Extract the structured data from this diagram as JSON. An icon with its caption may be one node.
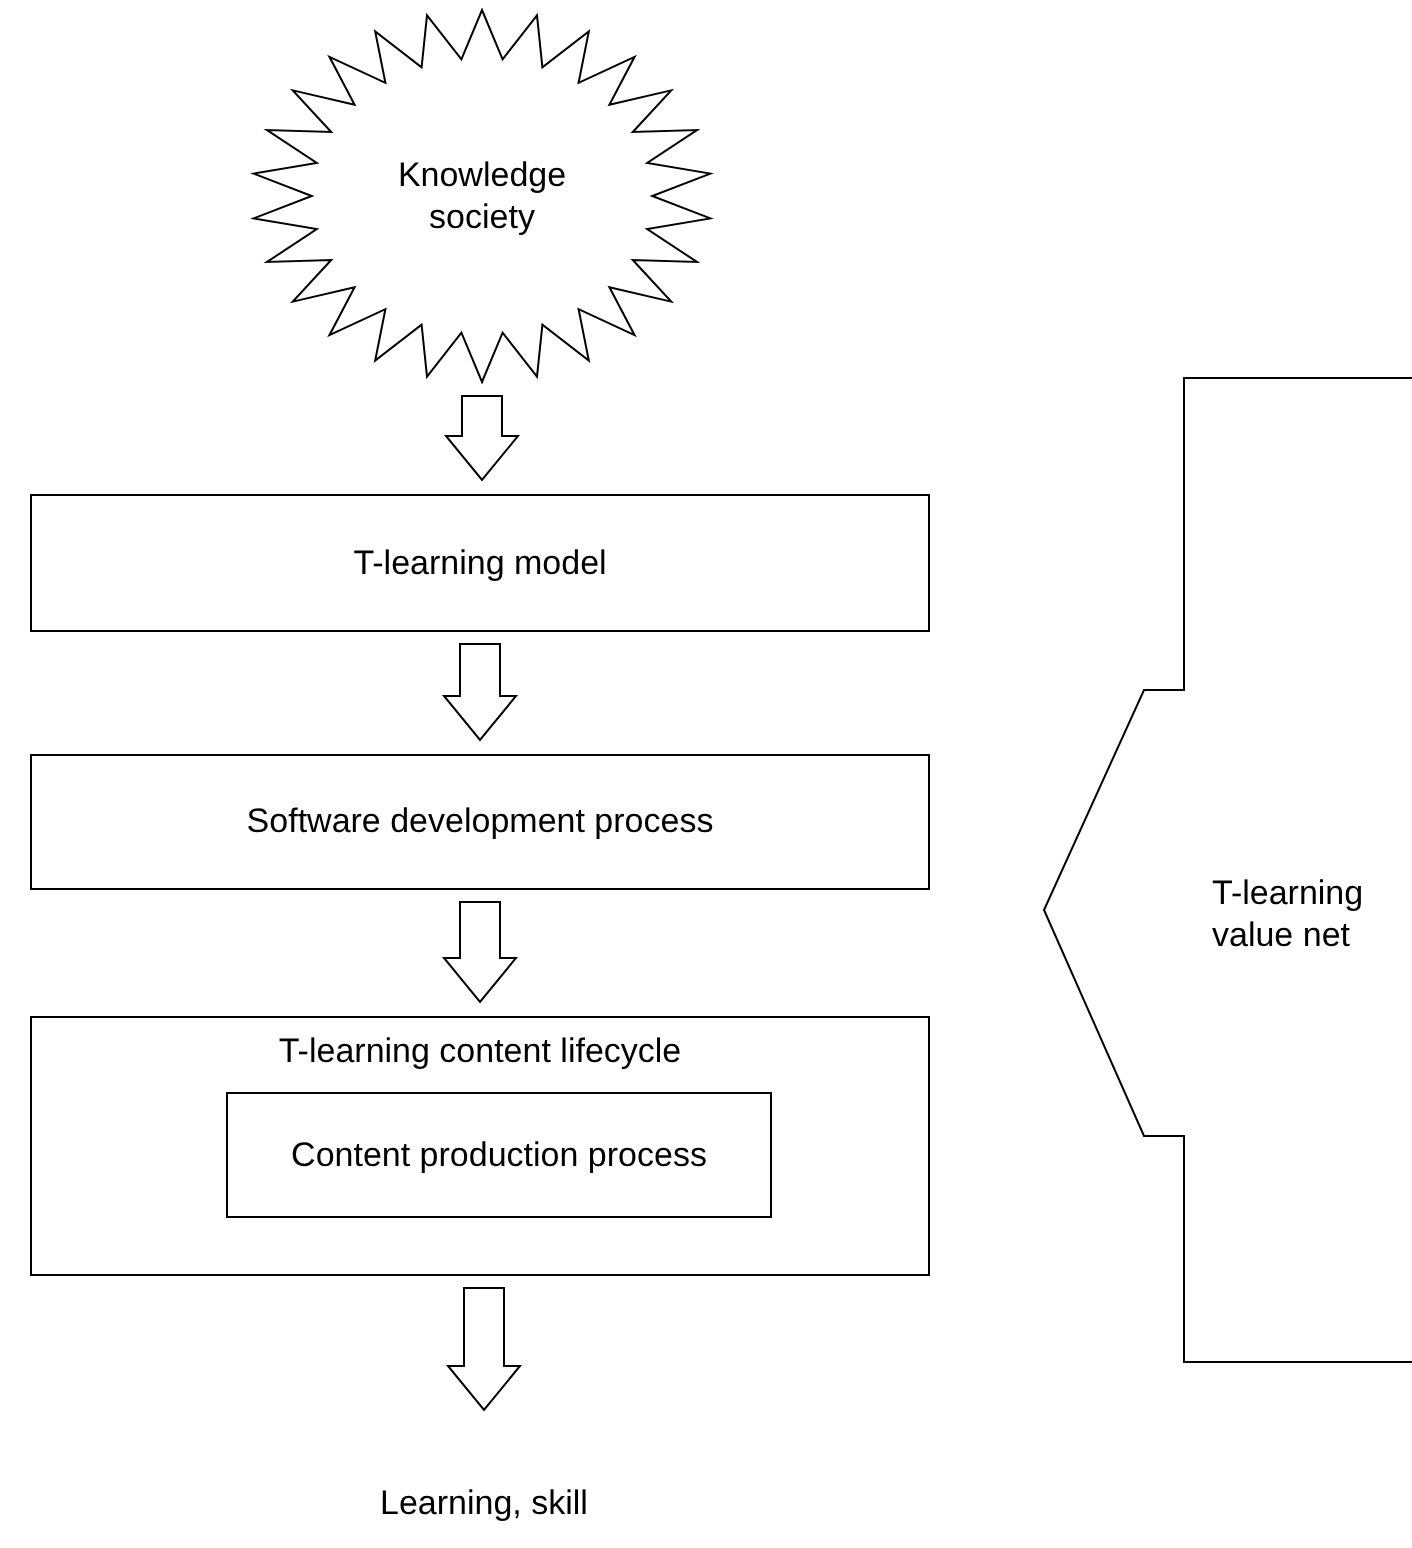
{
  "diagram": {
    "nodes": [
      {
        "text": [
          "Knowledge society"
        ]
      },
      {
        "text": [
          "T-learning model"
        ]
      },
      {
        "text": [
          "Software development process"
        ]
      },
      {
        "text": [
          "T-learning content lifecycle"
        ]
      },
      {
        "text": [
          "Content production process"
        ],
        "in": 3
      },
      {
        "text": [
          "Learning, skill"
        ]
      },
      {
        "text": [
          "T-learning value net"
        ]
      }
    ],
    "edges": [
      {
        "from": 0,
        "to": 1,
        "arrow": "to"
      },
      {
        "from": 1,
        "to": 2,
        "arrow": "to"
      },
      {
        "from": 2,
        "to": 3,
        "arrow": "to"
      },
      {
        "from": 3,
        "to": 5,
        "arrow": "to"
      }
    ]
  }
}
